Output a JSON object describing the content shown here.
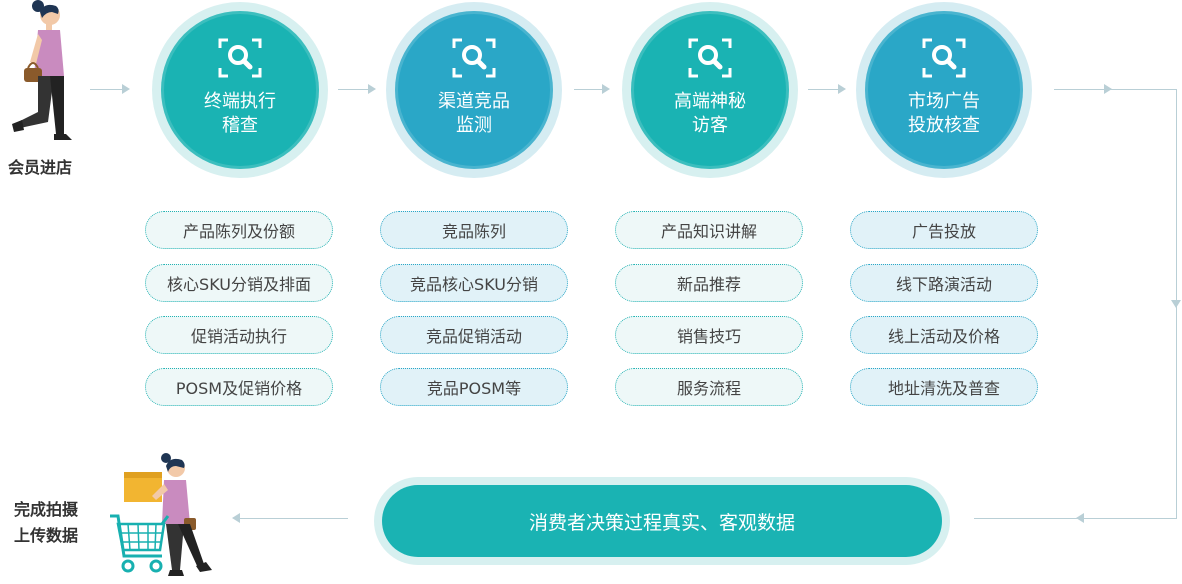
{
  "start": {
    "label": "会员进店"
  },
  "end": {
    "label_line1": "完成拍摄",
    "label_line2": "上传数据"
  },
  "stages": [
    {
      "title_line1": "终端执行",
      "title_line2": "稽查",
      "items": [
        "产品陈列及份额",
        "核心SKU分销及排面",
        "促销活动执行",
        "POSM及促销价格"
      ]
    },
    {
      "title_line1": "渠道竞品",
      "title_line2": "监测",
      "items": [
        "竞品陈列",
        "竞品核心SKU分销",
        "竞品促销活动",
        "竞品POSM等"
      ]
    },
    {
      "title_line1": "高端神秘",
      "title_line2": "访客",
      "items": [
        "产品知识讲解",
        "新品推荐",
        "销售技巧",
        "服务流程"
      ]
    },
    {
      "title_line1": "市场广告",
      "title_line2": "投放核查",
      "items": [
        "广告投放",
        "线下路演活动",
        "线上活动及价格",
        "地址清洗及普查"
      ]
    }
  ],
  "bottom_bar": {
    "label": "消费者决策过程真实、客观数据"
  },
  "colors": {
    "teal": "#1ab3b3",
    "blue": "#2aa7c7",
    "teal_halo": "#d7f0f0",
    "blue_halo": "#d5ecf2",
    "arrow": "#b9cfd6"
  },
  "icons": {
    "stage_icon": "search-scan-icon"
  }
}
